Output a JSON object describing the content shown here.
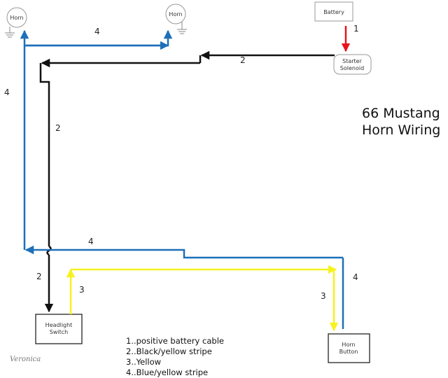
{
  "title": {
    "line1": "66 Mustang",
    "line2": "Horn Wiring"
  },
  "components": {
    "horn_left": "Horn",
    "horn_right": "Horn",
    "battery": "Battery",
    "starter_solenoid_line1": "Starter",
    "starter_solenoid_line2": "Solenoid",
    "headlight_switch_line1": "Headlight",
    "headlight_switch_line2": "Switch",
    "horn_button_line1": "Horn",
    "horn_button_line2": "Button"
  },
  "wire_labels": {
    "battery_to_solenoid": "1",
    "solenoid_wire": "2",
    "vertical_black": "2",
    "black_to_switch": "2",
    "blue_left_vertical": "4",
    "blue_top": "4",
    "blue_middle": "4",
    "blue_right": "4",
    "yellow_left": "3",
    "yellow_right": "3"
  },
  "legend": [
    "1..positive battery cable",
    "2..Black/yellow stripe",
    "3..Yellow",
    "4..Blue/yellow stripe"
  ],
  "signature": "Veronica",
  "colors": {
    "positive_battery_cable": "#e8141b",
    "black_yellow_stripe": "#111111",
    "yellow": "#f7f21e",
    "blue_yellow_stripe": "#1e70b8"
  }
}
